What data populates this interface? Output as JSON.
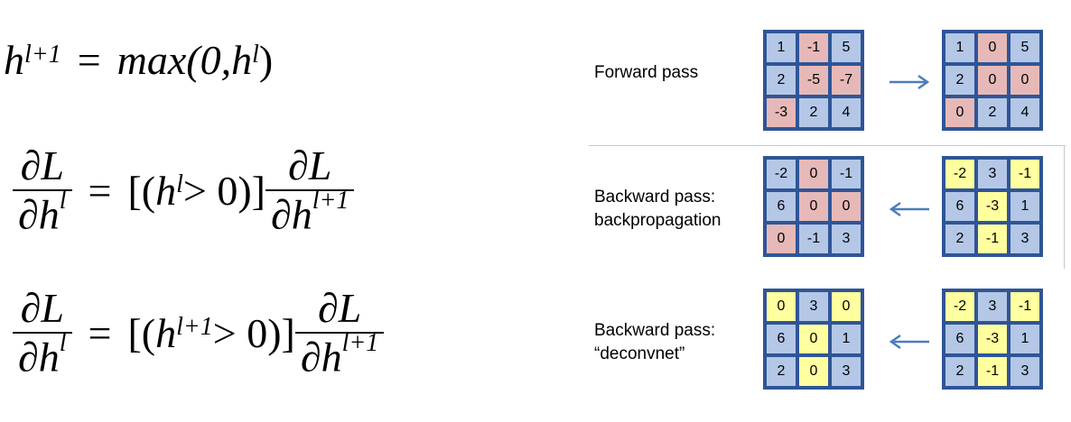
{
  "equations": {
    "forward": {
      "lhs_base": "h",
      "lhs_sup": "l+1",
      "eq": "=",
      "fn": "max(0, ",
      "arg_base": "h",
      "arg_sup": "l",
      "close": ")"
    },
    "backprop": {
      "num": "∂L",
      "den_base": "∂h",
      "den_sup": "l",
      "eq": "=",
      "open": "[(",
      "cond_base": "h",
      "cond_sup": "l",
      "cond_rest": " > 0)]",
      "rnum": "∂L",
      "rden_base": "∂h",
      "rden_sup": "l+1"
    },
    "deconv": {
      "num": "∂L",
      "den_base": "∂h",
      "den_sup": "l",
      "eq": "=",
      "open": "[(",
      "cond_base": "h",
      "cond_sup": "l+1",
      "cond_rest": " > 0)]",
      "rnum": "∂L",
      "rden_base": "∂h",
      "rden_sup": "l+1"
    }
  },
  "labels": {
    "forward": "Forward pass",
    "backward_line1": "Backward pass:",
    "backward_line2": "backpropagation",
    "deconv_line1": "Backward pass:",
    "deconv_line2": "“deconvnet”"
  },
  "colors": {
    "border": "#2f5597",
    "blue": "#b4c7e7",
    "red": "#e6b9b8",
    "yellow": "#ffff9f",
    "arrow": "#4a7ebb"
  },
  "grids": {
    "forward_in": {
      "values": [
        "1",
        "-1",
        "5",
        "2",
        "-5",
        "-7",
        "-3",
        "2",
        "4"
      ],
      "colors": [
        "b",
        "r",
        "b",
        "b",
        "r",
        "r",
        "r",
        "b",
        "b"
      ]
    },
    "forward_out": {
      "values": [
        "1",
        "0",
        "5",
        "2",
        "0",
        "0",
        "0",
        "2",
        "4"
      ],
      "colors": [
        "b",
        "r",
        "b",
        "b",
        "r",
        "r",
        "r",
        "b",
        "b"
      ]
    },
    "backprop_out": {
      "values": [
        "-2",
        "0",
        "-1",
        "6",
        "0",
        "0",
        "0",
        "-1",
        "3"
      ],
      "colors": [
        "b",
        "r",
        "b",
        "b",
        "r",
        "r",
        "r",
        "b",
        "b"
      ]
    },
    "backprop_in": {
      "values": [
        "-2",
        "3",
        "-1",
        "6",
        "-3",
        "1",
        "2",
        "-1",
        "3"
      ],
      "colors": [
        "y",
        "b",
        "y",
        "b",
        "y",
        "b",
        "b",
        "y",
        "b"
      ]
    },
    "deconv_out": {
      "values": [
        "0",
        "3",
        "0",
        "6",
        "0",
        "1",
        "2",
        "0",
        "3"
      ],
      "colors": [
        "y",
        "b",
        "y",
        "b",
        "y",
        "b",
        "b",
        "y",
        "b"
      ]
    },
    "deconv_in": {
      "values": [
        "-2",
        "3",
        "-1",
        "6",
        "-3",
        "1",
        "2",
        "-1",
        "3"
      ],
      "colors": [
        "y",
        "b",
        "y",
        "b",
        "y",
        "b",
        "b",
        "y",
        "b"
      ]
    }
  }
}
